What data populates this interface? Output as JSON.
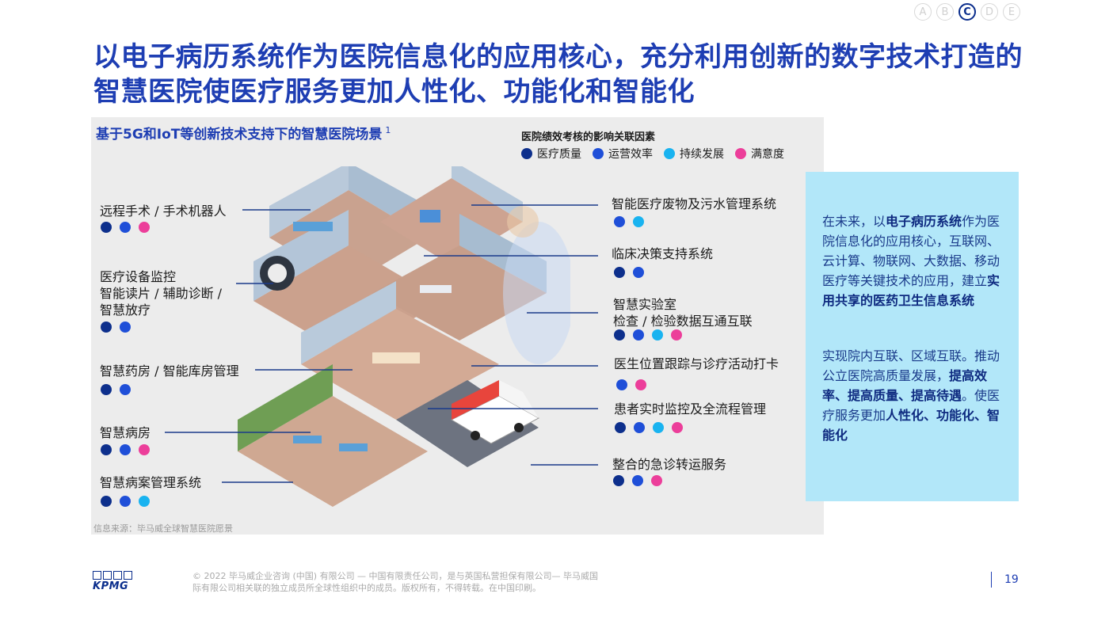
{
  "steps": [
    "A",
    "B",
    "C",
    "D",
    "E"
  ],
  "active_step": "C",
  "title": "以电子病历系统作为医院信息化的应用核心，充分利用创新的数字技术打造的智慧医院使医疗服务更加人性化、功能化和智能化",
  "panel": {
    "title": "基于5G和IoT等创新技术支持下的智慧医院场景",
    "title_sup": "1",
    "legend_title": "医院绩效考核的影响关联因素",
    "legend": [
      {
        "label": "医疗质量",
        "color": "#0d2f8c"
      },
      {
        "label": "运营效率",
        "color": "#1f4fd8"
      },
      {
        "label": "持续发展",
        "color": "#19b3f0"
      },
      {
        "label": "满意度",
        "color": "#ec3e9a"
      }
    ],
    "left_items": [
      {
        "label": "远程手术 / 手术机器人"
      },
      {
        "label_lines": [
          "医疗设备监控",
          "智能读片 / 辅助诊断 /",
          "智慧放疗"
        ]
      },
      {
        "label": "智慧药房 / 智能库房管理"
      },
      {
        "label": "智慧病房"
      },
      {
        "label": "智慧病案管理系统"
      }
    ],
    "right_items": [
      {
        "label": "智能医疗废物及污水管理系统"
      },
      {
        "label": "临床决策支持系统"
      },
      {
        "label_lines": [
          "智慧实验室",
          "检查 / 检验数据互通互联"
        ]
      },
      {
        "label": "医生位置跟踪与诊疗活动打卡"
      },
      {
        "label": "患者实时监控及全流程管理"
      },
      {
        "label": "整合的急诊转运服务"
      }
    ],
    "source": "信息来源：毕马威全球智慧医院愿景"
  },
  "callout": {
    "p1": [
      {
        "t": "在未来，以",
        "b": false
      },
      {
        "t": "电子病历系统",
        "b": true
      },
      {
        "t": "作为医院信息化的应用核心，互联网、云计算、物联网、大数据、移动医疗等关键技术的应用，建立",
        "b": false
      },
      {
        "t": "实用共享的医药卫生信息系统",
        "b": true
      }
    ],
    "p2": [
      {
        "t": "实现院内互联、区域互联。推动公立医院高质量发展，",
        "b": false
      },
      {
        "t": "提高效率、提高质量、提高待遇",
        "b": true
      },
      {
        "t": "。使医疗服务更加",
        "b": false
      },
      {
        "t": "人性化、功能化、智能化",
        "b": true
      }
    ]
  },
  "footer": {
    "copyright": "© 2022 毕马威企业咨询 (中国) 有限公司 — 中国有限责任公司，是与英国私营担保有限公司— 毕马威国际有限公司相关联的独立成员所全球性组织中的成员。版权所有，不得转载。在中国印刷。",
    "page_number": "19",
    "logo": "KPMG"
  }
}
